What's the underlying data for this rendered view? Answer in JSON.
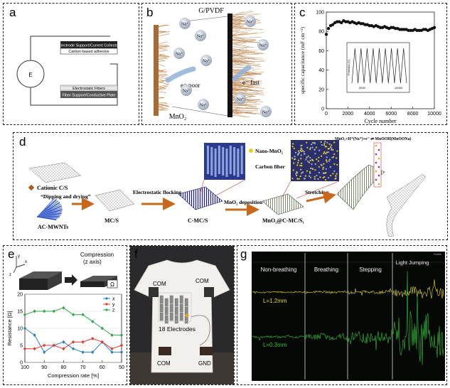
{
  "panels": {
    "a": {
      "label": "a",
      "source_label": "E",
      "top_block_1": "Electrode Support/Current Collector",
      "top_block_2": "Carbon-based adhesive",
      "bottom_block_1": "Electrostatic Fibers",
      "bottom_block_2": "Fiber Support/Conductive Plate"
    },
    "b": {
      "label": "b",
      "top_label": "G/PVDF",
      "bottom_label": "MnO₂",
      "ion": "Na⁺",
      "left_text": "e⁻ poor",
      "right_text": "e⁻ fast"
    },
    "c": {
      "label": "c",
      "inset_xlabel_left": "9000",
      "inset_xlabel_right": "10000",
      "inset_ylabel": "Potential (V)"
    },
    "d": {
      "label": "d",
      "cationic": "Cationic C/S",
      "dipping": "“Dipping and drying”",
      "acmwnts": "AC-MWNTs",
      "mcs": "MC/S",
      "flocking": "Electrostatic flocking",
      "cmcs": "C-MC/S",
      "deposition": "MnO₂ deposition",
      "mno2cmcs": "MnO₂@C-MC/S₁",
      "stretching": "Stretching",
      "nano": "Nano-MnO₂",
      "carbonfiber": "Carbon fiber",
      "reaction": "MnO₂+H⁺(Na⁺)+e⁻ ⇌ MnOOH(MnOONa)"
    },
    "e": {
      "label": "e",
      "compression_title": "Compression",
      "compression_axis": "(z axis)",
      "omega": "Ω",
      "ax_x": "x",
      "ax_y": "y",
      "ax_z": "z"
    },
    "f": {
      "label": "f",
      "com1": "COM",
      "com2": "COM",
      "com3": "COM",
      "gnd": "GND",
      "electrodes": "18 Electrodes"
    },
    "g": {
      "label": "g",
      "brand": "Sulfile",
      "sections": [
        "Non-breathing",
        "Breathing",
        "Stepping",
        "Light Jumping"
      ],
      "trace1": "L=1.2mm",
      "trace2": "L=0.3mm"
    }
  },
  "chart_data": [
    {
      "type": "scatter",
      "panel": "c",
      "xlabel": "Cycle number",
      "ylabel": "specific capacitance (mF cm⁻²)",
      "xlim": [
        0,
        10000
      ],
      "ylim": [
        0,
        100
      ],
      "xticks": [
        0,
        2000,
        4000,
        6000,
        8000,
        10000
      ],
      "yticks": [
        0,
        20,
        40,
        60,
        80,
        100
      ],
      "x": [
        0,
        200,
        400,
        600,
        800,
        1000,
        1200,
        1400,
        1600,
        1800,
        2000,
        2200,
        2400,
        2600,
        2800,
        3000,
        3200,
        3400,
        3600,
        3800,
        4000,
        4200,
        4400,
        4600,
        4800,
        5000,
        5200,
        5400,
        5600,
        5800,
        6000,
        6200,
        6400,
        6600,
        6800,
        7000,
        7200,
        7400,
        7600,
        7800,
        8000,
        8200,
        8400,
        8600,
        8800,
        9000,
        9200,
        9400,
        9600,
        9800,
        10000
      ],
      "y": [
        77,
        83,
        86,
        87,
        89,
        90,
        90,
        89,
        91,
        90,
        90,
        89,
        90,
        89,
        88,
        89,
        88,
        88,
        87,
        87,
        86,
        86,
        85,
        86,
        85,
        84,
        84,
        85,
        84,
        83,
        84,
        84,
        83,
        83,
        82,
        82,
        82,
        82,
        81,
        81,
        81,
        82,
        81,
        81,
        81,
        82,
        82,
        81,
        82,
        83,
        84
      ]
    },
    {
      "type": "line",
      "panel": "e",
      "xlabel": "Compression rate [%]",
      "ylabel": "Resistance [Ω]",
      "xlim": [
        100,
        50
      ],
      "ylim": [
        0,
        20
      ],
      "xticks": [
        100,
        90,
        80,
        70,
        60,
        50
      ],
      "yticks": [
        0,
        5,
        10,
        15,
        20
      ],
      "categories": [
        100,
        95,
        90,
        85,
        80,
        75,
        70,
        65,
        60,
        55,
        50
      ],
      "series": [
        {
          "name": "x",
          "color": "#2a7ec8",
          "values": [
            10,
            8,
            3,
            5,
            6,
            4,
            3,
            3,
            6,
            3,
            3
          ]
        },
        {
          "name": "y",
          "color": "#e03a2c",
          "values": [
            4,
            4,
            5,
            5,
            4,
            6,
            6,
            7,
            6,
            4,
            5
          ]
        },
        {
          "name": "z",
          "color": "#2fa64a",
          "values": [
            14,
            15,
            15,
            15,
            16,
            14,
            14,
            12,
            10,
            8,
            8
          ]
        }
      ]
    }
  ]
}
